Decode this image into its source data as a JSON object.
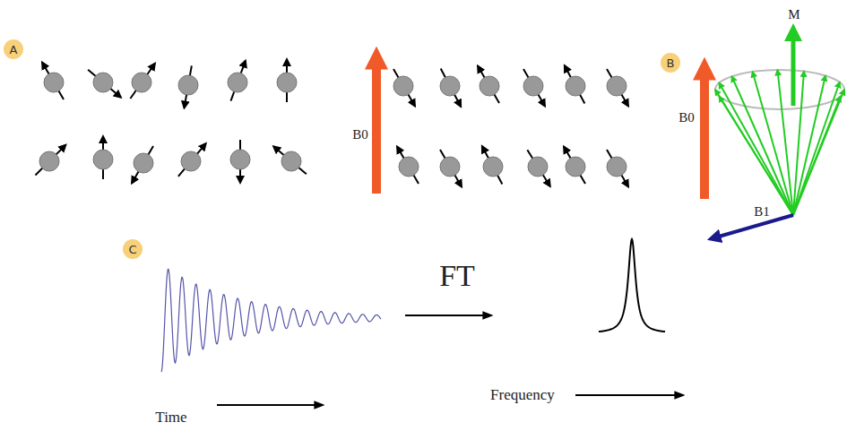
{
  "diagram": {
    "nodes": [
      {
        "text": [
          "A"
        ]
      },
      {
        "text": [
          "B"
        ]
      },
      {
        "text": [
          "C"
        ]
      }
    ],
    "labels": [
      "B0",
      "M",
      "B0",
      "B1",
      "FT",
      "Time",
      "Frequency"
    ]
  }
}
